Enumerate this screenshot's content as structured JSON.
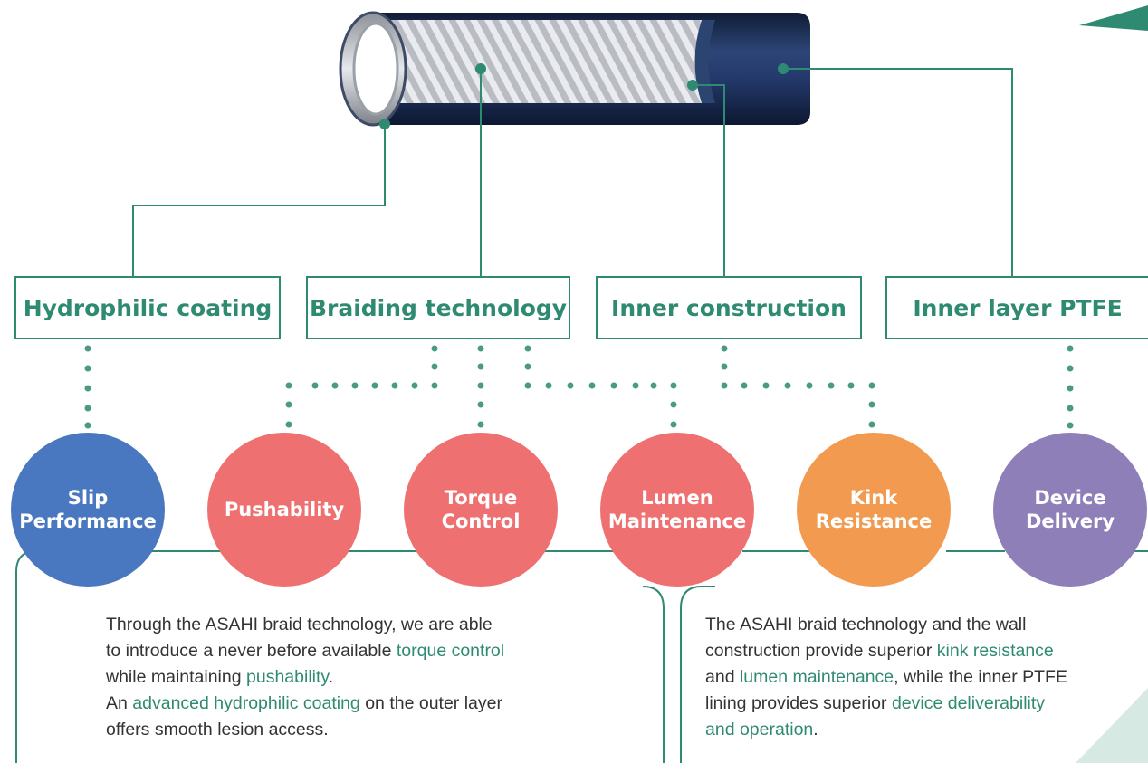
{
  "colors": {
    "teal": "#2f8a72",
    "blue": "#4a78c0",
    "pink": "#ee7070",
    "orange": "#f29a4f",
    "purple": "#8e7fb8",
    "tube": "#1e3158"
  },
  "labels": {
    "hydrophilic": "Hydrophilic coating",
    "braiding": "Braiding technology",
    "inner_construction": "Inner construction",
    "inner_layer": "Inner layer PTFE"
  },
  "circles": {
    "slip": {
      "line1": "Slip",
      "line2": "Performance"
    },
    "push": {
      "line1": "Pushability",
      "line2": ""
    },
    "torque": {
      "line1": "Torque",
      "line2": "Control"
    },
    "lumen": {
      "line1": "Lumen",
      "line2": "Maintenance"
    },
    "kink": {
      "line1": "Kink",
      "line2": "Resistance"
    },
    "device": {
      "line1": "Device",
      "line2": "Delivery"
    }
  },
  "left_text": {
    "a": "Through the ASAHI braid technology, we are able",
    "b": "to introduce a never before available ",
    "c": "torque control",
    "d": "while maintaining ",
    "e": "pushability",
    "f": ".",
    "g": "An ",
    "h": "advanced hydrophilic coating",
    "i": " on the outer layer",
    "j": "offers smooth lesion access."
  },
  "right_text": {
    "a": "The ASAHI braid technology and the wall",
    "b": "construction provide superior ",
    "c": "kink resistance",
    "d": "and ",
    "e": "lumen maintenance",
    "f": ", while the inner PTFE",
    "g": "lining provides superior ",
    "h": "device deliverability",
    "i": "and operation",
    "j": "."
  }
}
